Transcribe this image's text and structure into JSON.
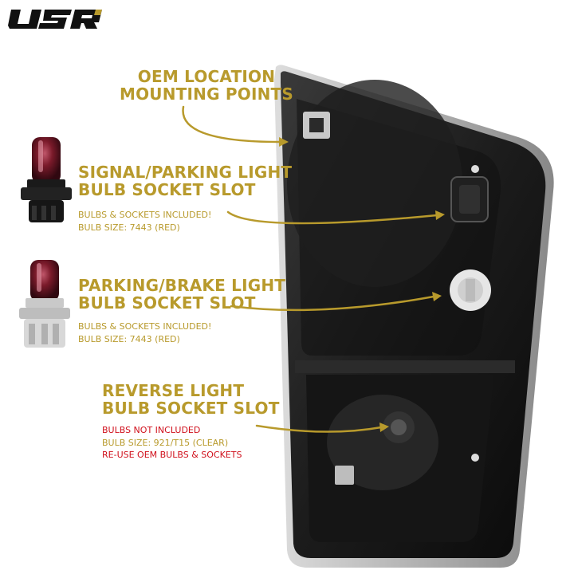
{
  "brand": {
    "logo_text": "USR",
    "accent": "#b89a2c",
    "warning": "#d0101c"
  },
  "callouts": [
    {
      "title_lines": [
        "OEM LOCATION",
        "MOUNTING POINTS"
      ]
    },
    {
      "title_lines": [
        "SIGNAL/PARKING LIGHT",
        "BULB SOCKET SLOT"
      ],
      "notes": [
        "BULBS & SOCKETS INCLUDED!",
        "BULB SIZE: 7443 (RED)"
      ]
    },
    {
      "title_lines": [
        "PARKING/BRAKE LIGHT",
        "BULB SOCKET SLOT"
      ],
      "notes": [
        "BULBS & SOCKETS INCLUDED!",
        "BULB SIZE: 7443 (RED)"
      ]
    },
    {
      "title_lines": [
        "REVERSE LIGHT",
        "BULB SOCKET SLOT"
      ],
      "notes": [
        "BULBS NOT INCLUDED",
        "BULB SIZE: 921/T15 (CLEAR)",
        "RE-USE OEM BULBS & SOCKETS"
      ]
    }
  ],
  "images": {
    "bulb_black_socket": "red-bulb-black-socket",
    "bulb_white_socket": "red-bulb-white-socket",
    "tail_light": "tail-light-housing-rear-view"
  }
}
